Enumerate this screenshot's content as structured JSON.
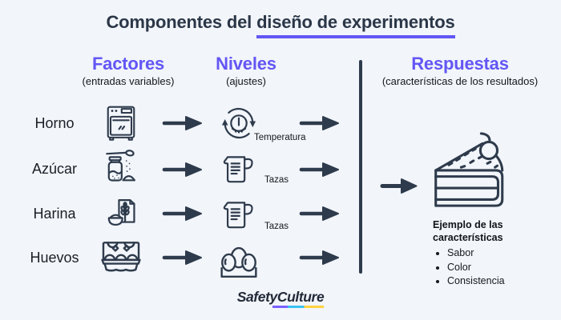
{
  "page": {
    "background": "#f2f5fa"
  },
  "colors": {
    "accent_purple": "#6356f5",
    "dark_slate": "#2e3b4c",
    "text_black": "#15181e",
    "logo_underline": [
      "#7b61ff",
      "#38c2f2",
      "#ffd23e"
    ]
  },
  "title": {
    "prefix": "Componentes del",
    "underlined": "diseño de experimentos"
  },
  "columns": {
    "factores": {
      "label": "Factores",
      "sublabel": "(entradas variables)"
    },
    "niveles": {
      "label": "Niveles",
      "sublabel": "(ajustes)"
    },
    "respuestas": {
      "label": "Respuestas",
      "sublabel": "(características de los resultados)"
    }
  },
  "rows": [
    {
      "factor": "Horno",
      "factor_icon": "oven-icon",
      "nivel_icon": "temperature-dial-icon",
      "nivel_label": "Temperatura"
    },
    {
      "factor": "Azúcar",
      "factor_icon": "sugar-jar-icon",
      "nivel_icon": "measuring-cup-icon",
      "nivel_label": "Tazas"
    },
    {
      "factor": "Harina",
      "factor_icon": "flour-bag-icon",
      "nivel_icon": "measuring-cup-icon",
      "nivel_label": "Tazas"
    },
    {
      "factor": "Huevos",
      "factor_icon": "egg-carton-icon",
      "nivel_icon": "eggs-icon",
      "nivel_label": ""
    }
  ],
  "respuestas": {
    "illustration": "cake-slice-icon",
    "example_title": "Ejemplo de las características",
    "bullets": [
      "Sabor",
      "Color",
      "Consistencia"
    ]
  },
  "footer": {
    "logo_text": "SafetyCulture"
  }
}
